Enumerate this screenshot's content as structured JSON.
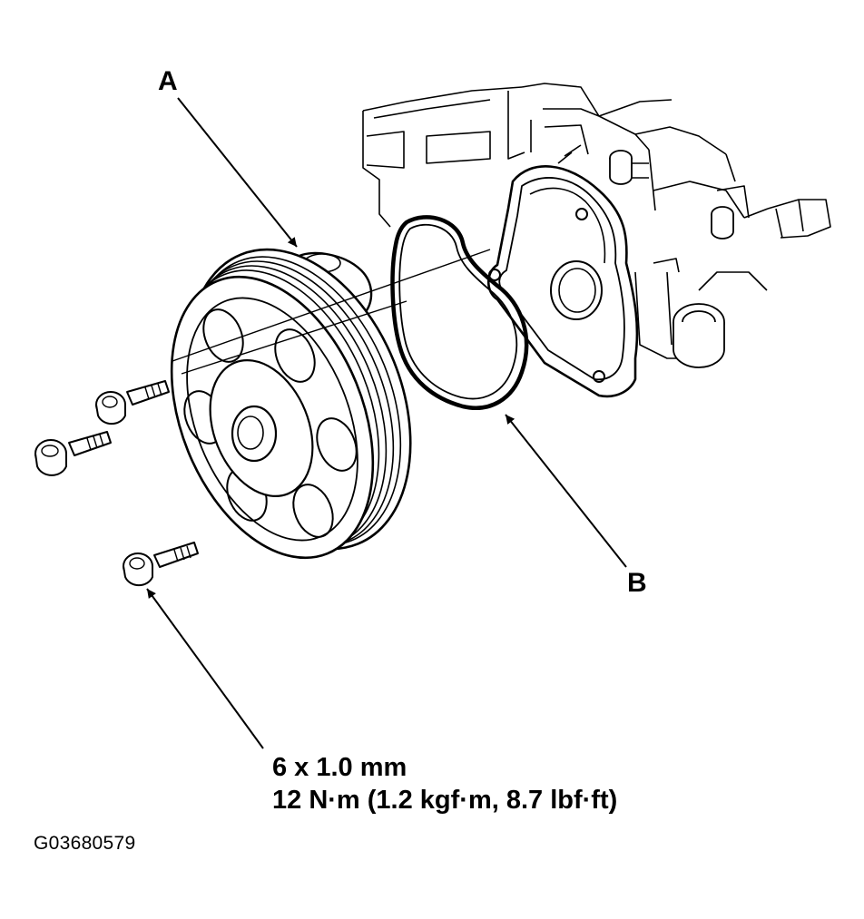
{
  "labels": {
    "a": "A",
    "b": "B"
  },
  "bolt_spec": {
    "size": "6 x 1.0 mm",
    "torque": "12 N·m (1.2 kgf·m, 8.7 lbf·ft)"
  },
  "figure_id": "G03680579"
}
